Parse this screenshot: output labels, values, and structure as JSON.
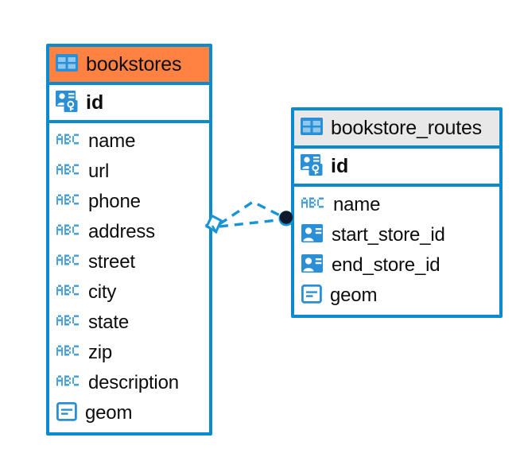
{
  "diagram": {
    "type": "entity-relationship-diagram",
    "background_color": "#ffffff",
    "accent_color": "#0b8bce",
    "highlight_color": "#ff8243",
    "icon_blue": "#4a9fd8",
    "relationship": {
      "from_entity": "bookstores",
      "from_field": "id",
      "to_entity": "bookstore_routes",
      "to_fields": [
        "start_store_id",
        "end_store_id"
      ],
      "line_style": "dashed",
      "line_color": "#0b8bce",
      "source_marker": "diamond-outline",
      "target_marker": "filled-circle",
      "target_marker_color": "#101a2e"
    }
  },
  "entities": [
    {
      "name": "bookstores",
      "header_icon": "table-icon",
      "header_style": "orange",
      "primary_key": {
        "label": "id",
        "icon": "primary-key-icon"
      },
      "fields": [
        {
          "label": "name",
          "icon": "abc-text-icon",
          "icon_text": "ABC"
        },
        {
          "label": "url",
          "icon": "abc-text-icon",
          "icon_text": "ABC"
        },
        {
          "label": "phone",
          "icon": "abc-text-icon",
          "icon_text": "ABC"
        },
        {
          "label": "address",
          "icon": "abc-text-icon",
          "icon_text": "ABC"
        },
        {
          "label": "street",
          "icon": "abc-text-icon",
          "icon_text": "ABC"
        },
        {
          "label": "city",
          "icon": "abc-text-icon",
          "icon_text": "ABC"
        },
        {
          "label": "state",
          "icon": "abc-text-icon",
          "icon_text": "ABC"
        },
        {
          "label": "zip",
          "icon": "abc-text-icon",
          "icon_text": "ABC"
        },
        {
          "label": "description",
          "icon": "abc-text-icon",
          "icon_text": "ABC"
        },
        {
          "label": "geom",
          "icon": "geometry-icon",
          "icon_text": ""
        }
      ]
    },
    {
      "name": "bookstore_routes",
      "header_icon": "table-icon",
      "header_style": "gray",
      "primary_key": {
        "label": "id",
        "icon": "primary-key-icon"
      },
      "fields": [
        {
          "label": "name",
          "icon": "abc-text-icon",
          "icon_text": "ABC"
        },
        {
          "label": "start_store_id",
          "icon": "foreign-key-icon",
          "icon_text": ""
        },
        {
          "label": "end_store_id",
          "icon": "foreign-key-icon",
          "icon_text": ""
        },
        {
          "label": "geom",
          "icon": "geometry-icon",
          "icon_text": ""
        }
      ]
    }
  ]
}
